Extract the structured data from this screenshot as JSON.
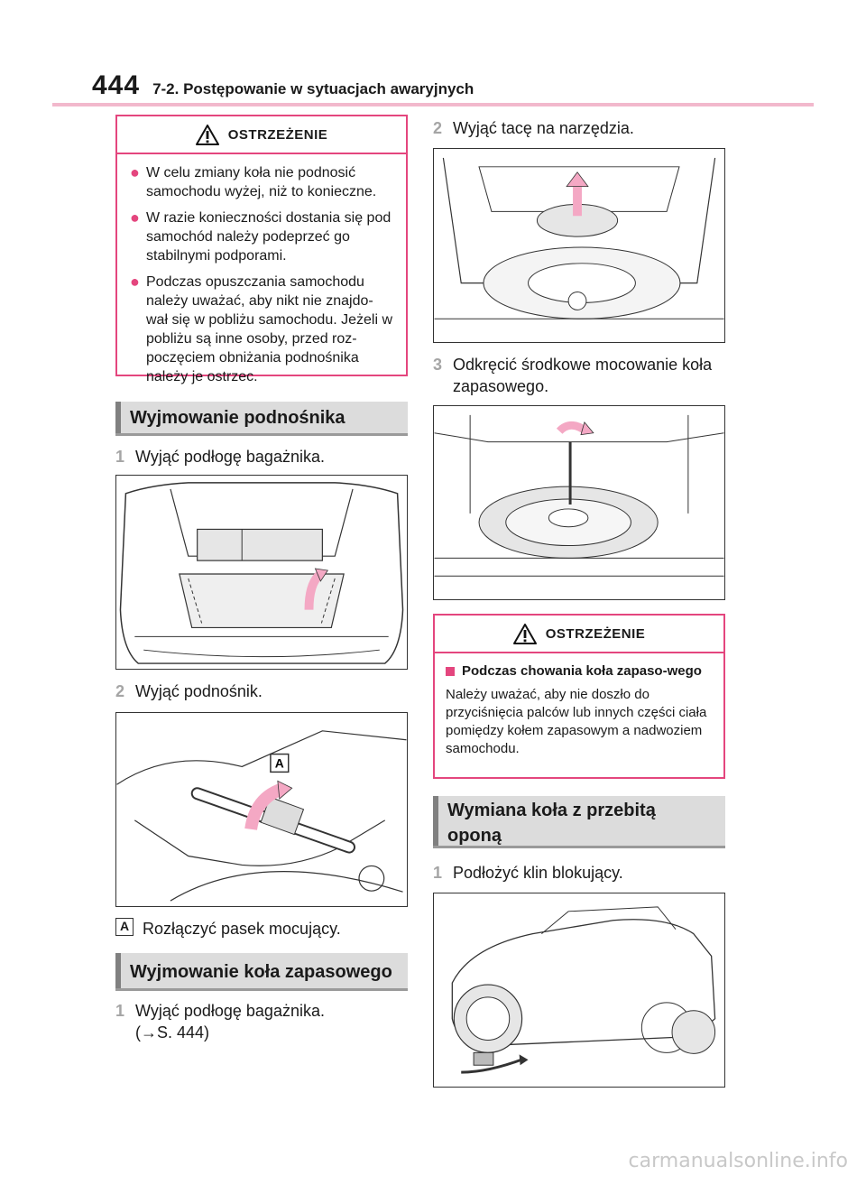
{
  "header": {
    "page_number": "444",
    "section": "7-2. Postępowanie w sytuacjach awaryjnych"
  },
  "warning1": {
    "title": "OSTRZEŻENIE",
    "items": [
      "W celu zmiany koła nie podnosić samochodu wyżej, niż to konieczne.",
      "W razie konieczności dostania się pod samochód należy podeprzeć go stabilnymi podporami.",
      "Podczas opuszczania samochodu należy uważać, aby nikt nie znajdo-wał się w pobliżu samochodu. Jeżeli w pobliżu są inne osoby, przed roz-poczęciem obniżania podnośnika należy je ostrzec."
    ]
  },
  "section_jack": {
    "title": "Wyjmowanie podnośnika",
    "step1": {
      "num": "1",
      "text": "Wyjąć podłogę bagażnika."
    },
    "step2": {
      "num": "2",
      "text": "Wyjąć podnośnik."
    },
    "label_a": "A",
    "label_a_text": "Rozłączyć pasek mocujący."
  },
  "section_spare": {
    "title": "Wyjmowanie koła zapasowego",
    "step1": {
      "num": "1",
      "text": "Wyjąć podłogę bagażnika.",
      "ref": "(→S. 444)"
    },
    "step2": {
      "num": "2",
      "text": "Wyjąć tacę na narzędzia."
    },
    "step3": {
      "num": "3",
      "text": "Odkręcić środkowe mocowanie koła zapasowego."
    }
  },
  "warning2": {
    "title": "OSTRZEŻENIE",
    "subhead": "Podczas chowania koła zapaso-wego",
    "body": "Należy uważać, aby nie doszło do przyciśnięcia palców lub innych części ciała pomiędzy kołem zapasowym a nadwoziem samochodu."
  },
  "section_flat": {
    "title": "Wymiana koła z przebitą oponą",
    "step1": {
      "num": "1",
      "text": "Podłożyć klin blokujący."
    }
  },
  "watermark": "carmanualsonline.info",
  "colors": {
    "warning": "#e4467e",
    "header_rule": "#f2b8cc",
    "grey_bar": "#dcdcdc",
    "arrow": "#f4a8c4"
  }
}
